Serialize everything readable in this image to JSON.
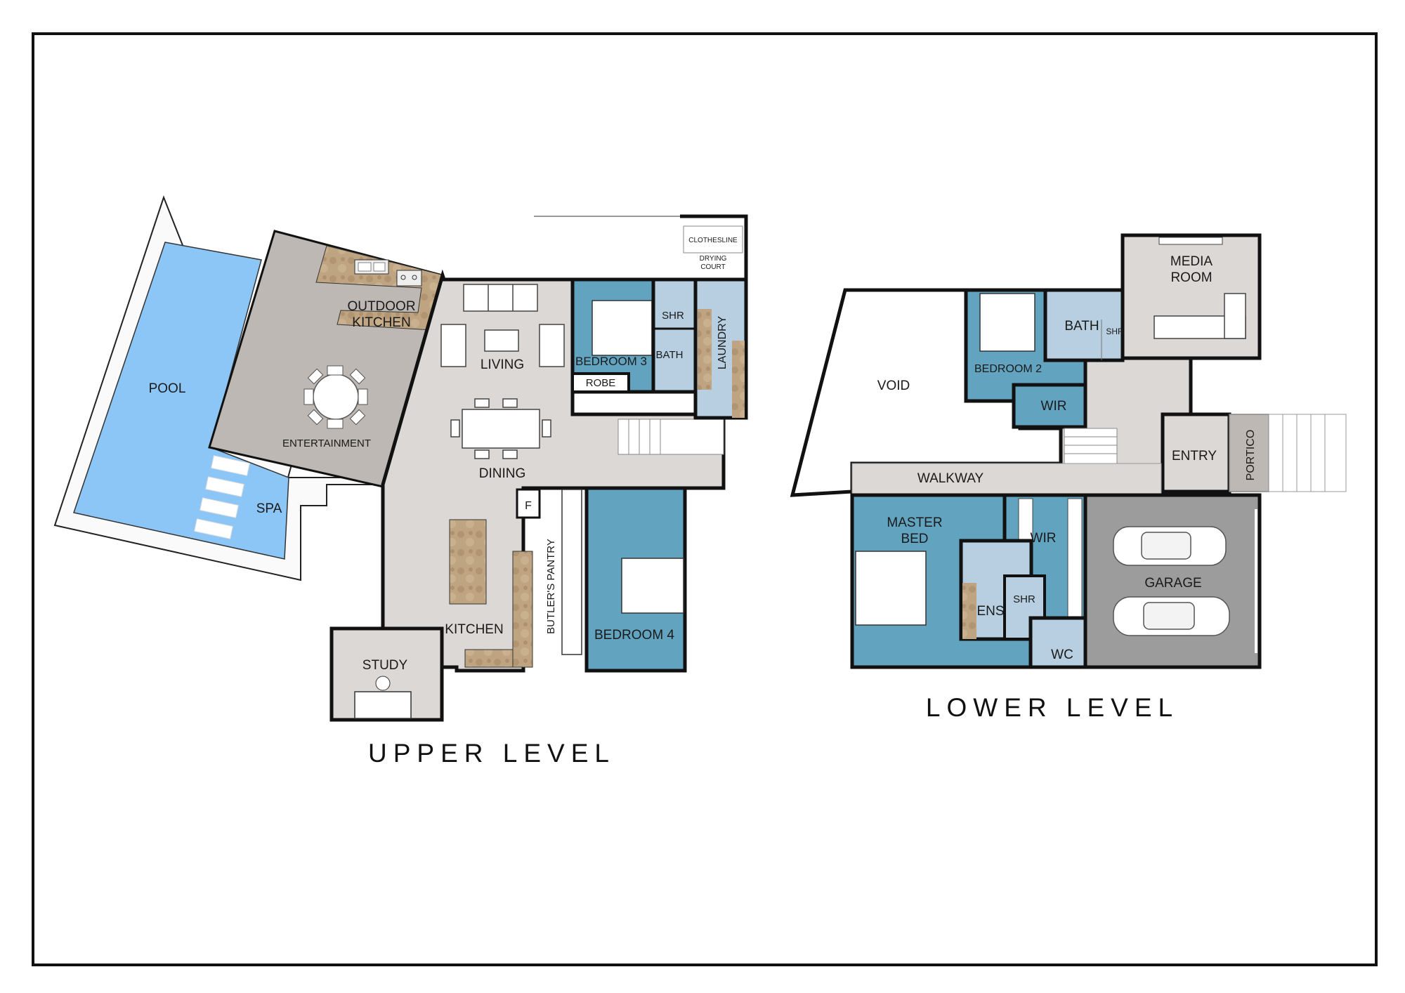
{
  "levels": {
    "upper": {
      "title": "UPPER LEVEL",
      "rooms": {
        "pool": "POOL",
        "spa": "SPA",
        "outdoor_kitchen_l1": "OUTDOOR",
        "outdoor_kitchen_l2": "KITCHEN",
        "entertainment": "ENTERTAINMENT",
        "living": "LIVING",
        "dining": "DINING",
        "kitchen": "KITCHEN",
        "butlers_pantry": "BUTLER'S PANTRY",
        "fridge": "F",
        "study": "STUDY",
        "bedroom3": "BEDROOM 3",
        "robe": "ROBE",
        "shr": "SHR",
        "bath": "BATH",
        "laundry": "LAUNDRY",
        "clothesline": "CLOTHESLINE",
        "drying_l1": "DRYING",
        "drying_l2": "COURT",
        "bedroom4": "BEDROOM 4"
      }
    },
    "lower": {
      "title": "LOWER LEVEL",
      "rooms": {
        "void": "VOID",
        "bedroom2": "BEDROOM 2",
        "wir_bed2": "WIR",
        "bath": "BATH",
        "shr_bath": "SHR",
        "media_l1": "MEDIA",
        "media_l2": "ROOM",
        "walkway": "WALKWAY",
        "entry": "ENTRY",
        "portico": "PORTICO",
        "master_l1": "MASTER",
        "master_l2": "BED",
        "wir_master": "WIR",
        "ens": "ENS",
        "shr_ens": "SHR",
        "wc": "WC",
        "garage": "GARAGE"
      }
    }
  },
  "colors": {
    "pool": "#8cc6f7",
    "bedroom": "#62a4c0",
    "wet_area": "#b7cfe0",
    "floor": "#dcd8d5",
    "outdoor": "#bdb8b4",
    "garage": "#9c9c9c",
    "bench": "#b89c78",
    "wall": "#111111"
  }
}
